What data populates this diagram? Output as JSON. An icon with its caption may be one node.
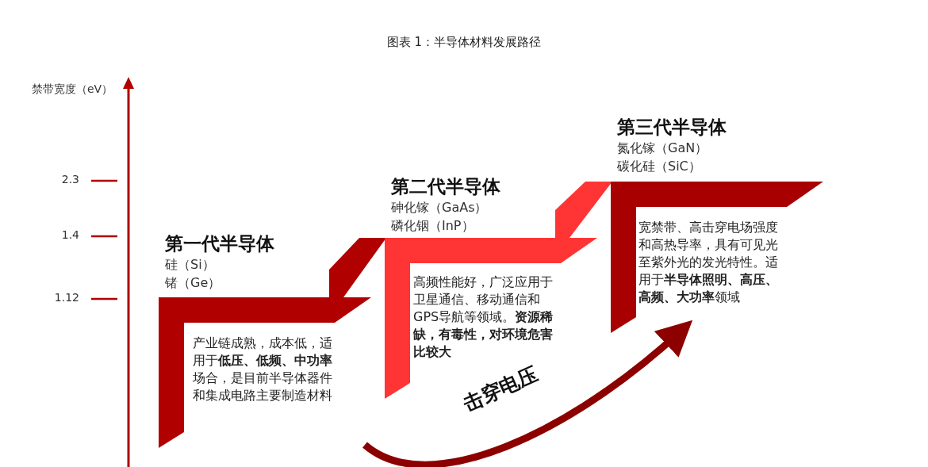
{
  "diagram": {
    "title": "图表 1：半导体材料发展路径",
    "nodes": [
      {
        "text": [
          "第一代半导体",
          "硅（Si）",
          "锗（Ge）",
          "产业链成熟，成本低，适用于**低压、低频、中功率**场合，是目前半导体器件和集成电路主要制造材料"
        ]
      },
      {
        "text": [
          "第二代半导体",
          "砷化镓（GaAs）",
          "磷化铟（InP）",
          "高频性能好，广泛应用于卫星通信、移动通信和GPS导航等领域。**资源稀缺，有毒性，对环境危害比较大**"
        ]
      },
      {
        "text": [
          "第三代半导体",
          "氮化镓（GaN）",
          "碳化硅（SiC）",
          "宽禁带、高击穿电场强度和高热导率，具有可见光至紫外光的发光特性。适用于**半导体照明、高压、高频、大功率**领域"
        ]
      }
    ],
    "edges": [
      {
        "from": 0,
        "to": 2,
        "arrow": "to",
        "label": "击穿电压",
        "color": "#8c0000"
      }
    ],
    "labels": [
      "禁带宽度（eV）",
      "2.3",
      "1.4",
      "1.12"
    ]
  }
}
